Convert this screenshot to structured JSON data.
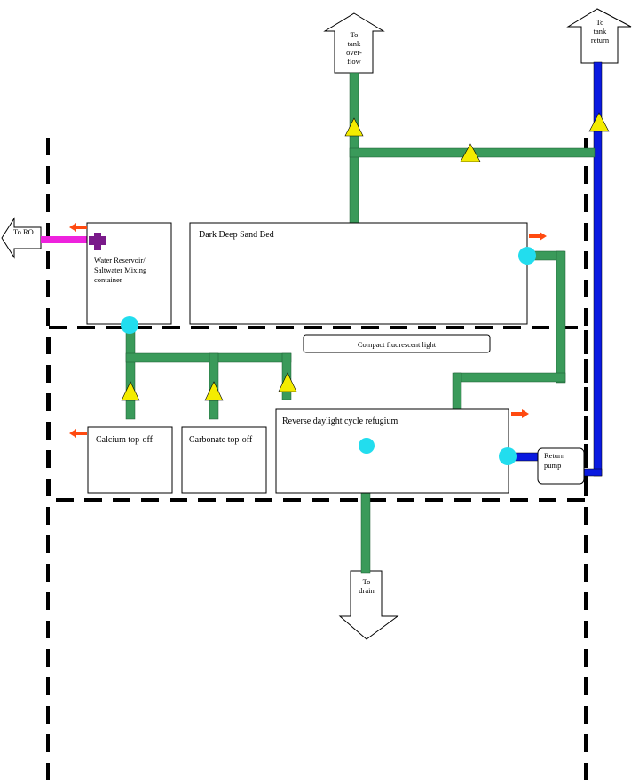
{
  "colors": {
    "green_pipe": "#3a9a5a",
    "blue_pipe": "#0a1ae0",
    "magenta_pipe": "#ee22dd",
    "valve_purple": "#7a1a8a",
    "check_valve_yellow": "#f4ec00",
    "junction_cyan": "#22ddee",
    "overflow_arrow_orange": "#ff4a10",
    "dashed_outline": "#000000",
    "box_border": "#000000"
  },
  "icons": {
    "check_valve": "yellow-triangle",
    "junction": "cyan-circle",
    "ro_valve": "purple-cross",
    "overflow": "orange-arrow",
    "destination": "block-arrow"
  },
  "boxes": {
    "reservoir": "Water Reservoir/ Saltwater Mixing container",
    "sandbed": "Dark Deep Sand Bed",
    "light": "Compact fluorescent light",
    "calcium": "Calcium top-off",
    "carbonate": "Carbonate top-off",
    "refugium": "Reverse daylight cycle refugium",
    "pump": "Return pump"
  },
  "arrows": {
    "ro": "To RO",
    "overflow": "To tank over- flow",
    "return": "To tank return",
    "drain": "To drain"
  }
}
